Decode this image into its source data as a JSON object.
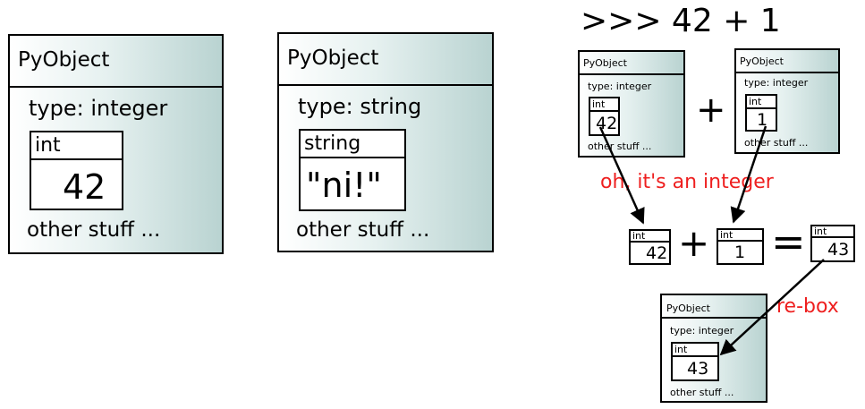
{
  "big_integer_object": {
    "header": "PyObject",
    "type_line": "type: integer",
    "box_tag": "int",
    "box_value": "42",
    "footer": "other stuff ..."
  },
  "big_string_object": {
    "header": "PyObject",
    "type_line": "type: string",
    "box_tag": "string",
    "box_value": "\"ni!\"",
    "footer": "other stuff ..."
  },
  "expression": {
    "prompt": ">>> 42 + 1",
    "plus_sign": "+",
    "left_object": {
      "header": "PyObject",
      "type_line": "type: integer",
      "box_tag": "int",
      "box_value": "42",
      "footer": "other stuff ..."
    },
    "right_object": {
      "header": "PyObject",
      "type_line": "type: integer",
      "box_tag": "int",
      "box_value": "1",
      "footer": "other stuff ..."
    },
    "unbox_annotation": "oh, it's an integer"
  },
  "raw_arithmetic": {
    "left": {
      "tag": "int",
      "value": "42"
    },
    "plus_sign": "+",
    "right": {
      "tag": "int",
      "value": "1"
    },
    "equals_sign": "=",
    "result": {
      "tag": "int",
      "value": "43"
    }
  },
  "result_object": {
    "header": "PyObject",
    "type_line": "type: integer",
    "box_tag": "int",
    "box_value": "43",
    "footer": "other stuff ...",
    "rebox_annotation": "re-box"
  },
  "colors": {
    "annotation": "#ee1f1f",
    "box_gradient_end": "#b9d3d1"
  }
}
